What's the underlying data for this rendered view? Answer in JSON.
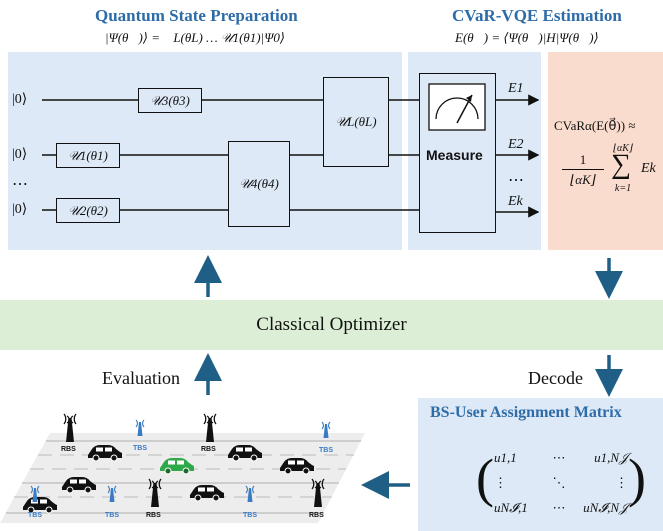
{
  "state_prep": {
    "title": "Quantum State Preparation",
    "formula": "|Ψ(θ⃗)⟩ = 𝒰L(θL) … 𝒰1(θ1)|Ψ0⟩"
  },
  "cvar_estimation": {
    "title": "CVaR-VQE Estimation",
    "formula": "E(θ⃗) = ⟨Ψ(θ⃗)|H|Ψ(θ⃗)⟩"
  },
  "circuit": {
    "qubit_labels": [
      "|0⟩",
      "|0⟩",
      "⋯",
      "|0⟩"
    ],
    "gates": {
      "u3": "𝒰3(θ3)",
      "u1": "𝒰1(θ1)",
      "u2": "𝒰2(θ2)",
      "u4": "𝒰4(θ4)",
      "ul": "𝒰L(θL)"
    },
    "measure_label": "Measure",
    "outputs": [
      "E1",
      "E2",
      "⋯",
      "Ek"
    ]
  },
  "cvar_formula": {
    "line1": "CVaRα(E(θ⃗)) ≈",
    "fraction_num": "1",
    "fraction_den": "⌊αK⌋",
    "sum_upper": "⌊αK⌋",
    "sum_lower": "k=1",
    "sum_term": "Ek"
  },
  "optimizer": {
    "label": "Classical Optimizer"
  },
  "evaluation_label": "Evaluation",
  "decode_label": "Decode",
  "assignment": {
    "title": "BS-User Assignment Matrix",
    "cells": [
      [
        "u1,1",
        "⋯",
        "u1,N𝒥"
      ],
      [
        "⋮",
        "⋱",
        "⋮"
      ],
      [
        "uN𝓘,1",
        "⋯",
        "uN𝓘,N𝒥"
      ]
    ]
  },
  "scene": {
    "tower_labels": [
      "RBS",
      "TBS",
      "RBS",
      "TBS",
      "TBS",
      "TBS",
      "RBS",
      "TBS",
      "RBS"
    ]
  },
  "colors": {
    "title_blue": "#2e6ca8",
    "panel_blue": "#dde9f6",
    "panel_peach": "#f9dccd",
    "panel_green": "#dcefd6",
    "arrow": "#1f5f86",
    "tbs_blue": "#3a7cc4"
  }
}
